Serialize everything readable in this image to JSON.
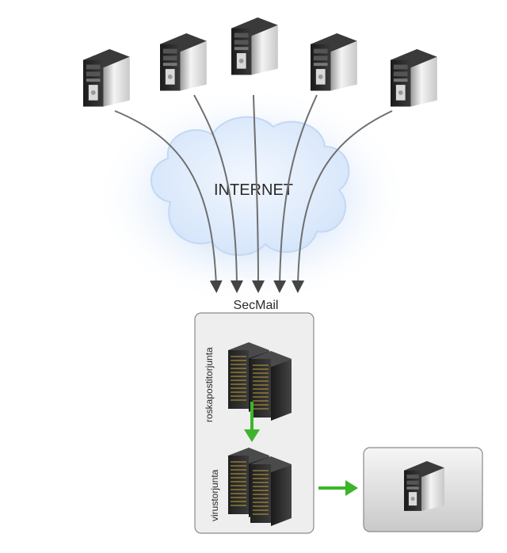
{
  "cloud": {
    "label": "INTERNET"
  },
  "secmail": {
    "label": "SecMail",
    "stage_spam_label": "roskapostitorjunta",
    "stage_virus_label": "virustorjunta"
  },
  "colors": {
    "arrow_green": "#3cb52a",
    "cloud_fill": "#dbe9fb",
    "cloud_glow": "#9fc4f2",
    "wire": "#6f6f6f",
    "panel_fill": "#efefef",
    "panel_border": "#8a8a8a"
  },
  "icons": {
    "source_servers": "tower-server-icon",
    "stage_servers": "rack-server-icon",
    "destination_server": "tower-server-icon"
  }
}
